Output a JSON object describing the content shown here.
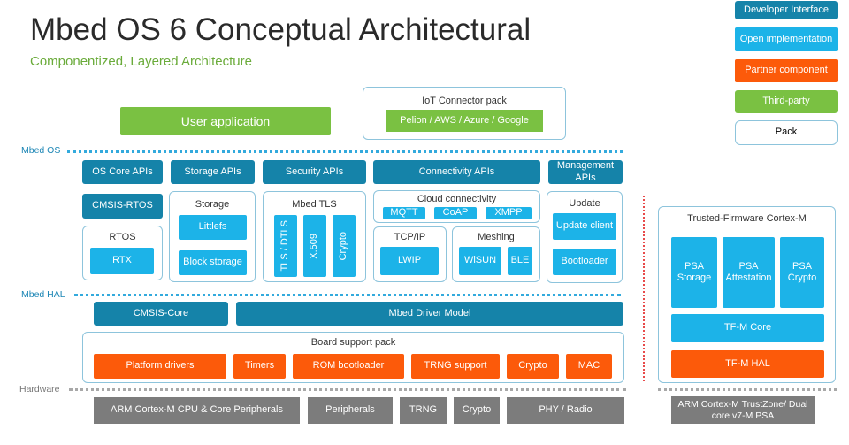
{
  "title": "Mbed OS 6 Conceptual Architectural",
  "subtitle": "Componentized, Layered Architecture",
  "legend": {
    "developer_interface": "Developer Interface",
    "open_implementation": "Open implementation",
    "partner_component": "Partner component",
    "third_party": "Third-party",
    "pack": "Pack"
  },
  "colors": {
    "developer_interface": "#1583a9",
    "open_implementation": "#1cb3e8",
    "partner_component": "#fc5a0a",
    "third_party": "#7ac142",
    "hardware": "#7c7c7c",
    "title": "#2a2a2a",
    "subtitle": "#6aab3a"
  },
  "layers": {
    "mbed_os": "Mbed OS",
    "mbed_hal": "Mbed HAL",
    "hardware": "Hardware"
  },
  "top": {
    "user_application": "User application",
    "iot_connector_pack": "IoT Connector pack",
    "clouds": "Pelion / AWS / Azure / Google"
  },
  "apis": {
    "os_core": "OS Core APIs",
    "storage": "Storage APIs",
    "security": "Security APIs",
    "connectivity": "Connectivity APIs",
    "management": "Management APIs"
  },
  "os": {
    "cmsis_rtos": "CMSIS-RTOS",
    "rtos": "RTOS",
    "rtx": "RTX",
    "storage": "Storage",
    "littlefs": "Littlefs",
    "block_storage": "Block storage",
    "mbed_tls": "Mbed TLS",
    "tls_dtls": "TLS / DTLS",
    "x509": "X.509",
    "crypto": "Crypto",
    "cloud_connectivity": "Cloud connectivity",
    "mqtt": "MQTT",
    "coap": "CoAP",
    "xmpp": "XMPP",
    "tcp_ip": "TCP/IP",
    "lwip": "LWIP",
    "meshing": "Meshing",
    "wisun": "WiSUN",
    "ble": "BLE",
    "update": "Update",
    "update_client": "Update client",
    "bootloader": "Bootloader"
  },
  "hal": {
    "cmsis_core": "CMSIS-Core",
    "driver_model": "Mbed Driver Model",
    "bsp": "Board support pack",
    "platform_drivers": "Platform drivers",
    "timers": "Timers",
    "rom_bootloader": "ROM bootloader",
    "trng_support": "TRNG support",
    "crypto": "Crypto",
    "mac": "MAC"
  },
  "hardware": {
    "cpu": "ARM Cortex-M CPU & Core Peripherals",
    "peripherals": "Peripherals",
    "trng": "TRNG",
    "crypto": "Crypto",
    "phy": "PHY / Radio",
    "trustzone": "ARM Cortex-M TrustZone/ Dual core v7-M PSA"
  },
  "tfm": {
    "title": "Trusted-Firmware Cortex-M",
    "psa_storage": "PSA Storage",
    "psa_attestation": "PSA Attestation",
    "psa_crypto": "PSA Crypto",
    "core": "TF-M Core",
    "hal": "TF-M HAL"
  }
}
